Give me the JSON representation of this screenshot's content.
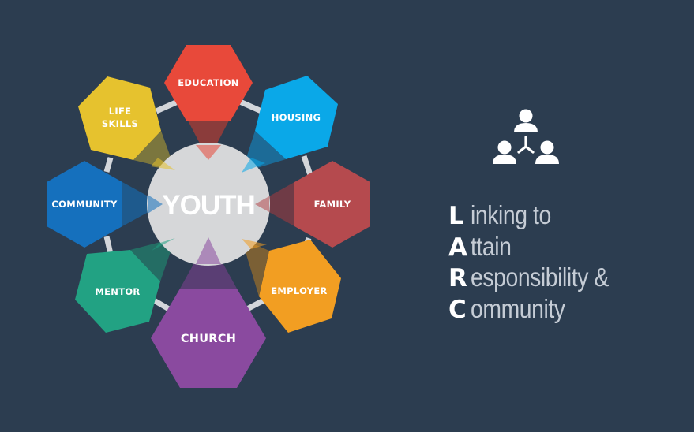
{
  "diagram": {
    "background": "#2c3d50",
    "center": {
      "label": "YOUTH",
      "color": "#d6d7d9"
    },
    "connector_color": "#d3d6da",
    "nodes": [
      {
        "id": "education",
        "label": "EDUCATION",
        "color": "#e8493a"
      },
      {
        "id": "housing",
        "label": "HOUSING",
        "color": "#0aa8e8"
      },
      {
        "id": "family",
        "label": "FAMILY",
        "color": "#b54a4e"
      },
      {
        "id": "employer",
        "label": "EMPLOYER",
        "color": "#f29e22"
      },
      {
        "id": "church",
        "label": "CHURCH",
        "color": "#8a4a9f"
      },
      {
        "id": "mentor",
        "label": "MENTOR",
        "color": "#22a283"
      },
      {
        "id": "community",
        "label": "COMMUNITY",
        "color": "#1570bd"
      },
      {
        "id": "life-skills",
        "label_line1": "LIFE",
        "label_line2": "SKILLS",
        "color": "#e6c22e"
      }
    ]
  },
  "sidebar": {
    "icon": "people-network-icon",
    "acronym": [
      {
        "letter": "L",
        "rest": "inking to"
      },
      {
        "letter": "A",
        "rest": "ttain"
      },
      {
        "letter": "R",
        "rest": "esponsibility &"
      },
      {
        "letter": "C",
        "rest": "ommunity"
      }
    ]
  }
}
